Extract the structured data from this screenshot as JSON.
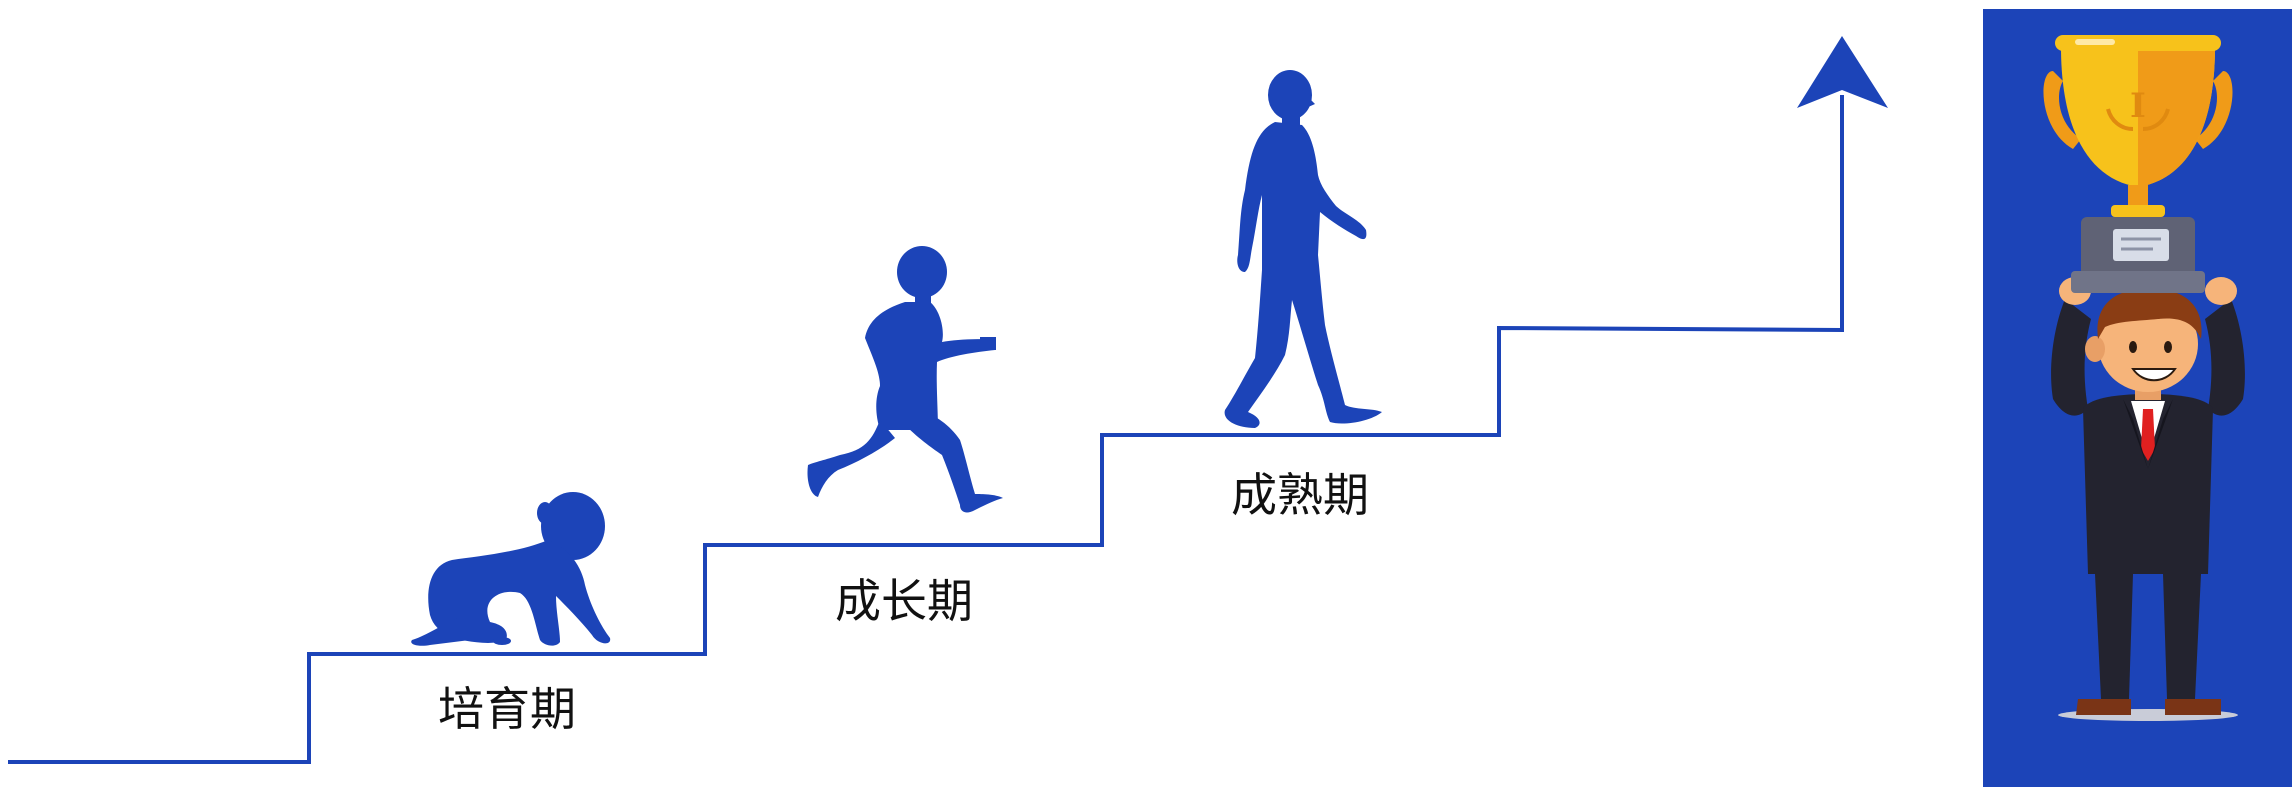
{
  "stages": [
    {
      "label": "培育期",
      "figure": "crawling-baby-icon"
    },
    {
      "label": "成长期",
      "figure": "running-child-icon"
    },
    {
      "label": "成熟期",
      "figure": "walking-man-icon"
    }
  ],
  "colors": {
    "accent": "#1c44b8",
    "panel": "#1c44b8",
    "line": "#1c44b8",
    "trophy_gold": "#f7c21b",
    "trophy_dark": "#f09b18",
    "suit": "#23232f",
    "skin": "#f6b47a",
    "hair": "#8a3d14",
    "tie": "#e02020"
  },
  "icons": {
    "arrow": "arrow-up-icon",
    "trophy": "trophy-icon",
    "person": "businessman-icon"
  }
}
